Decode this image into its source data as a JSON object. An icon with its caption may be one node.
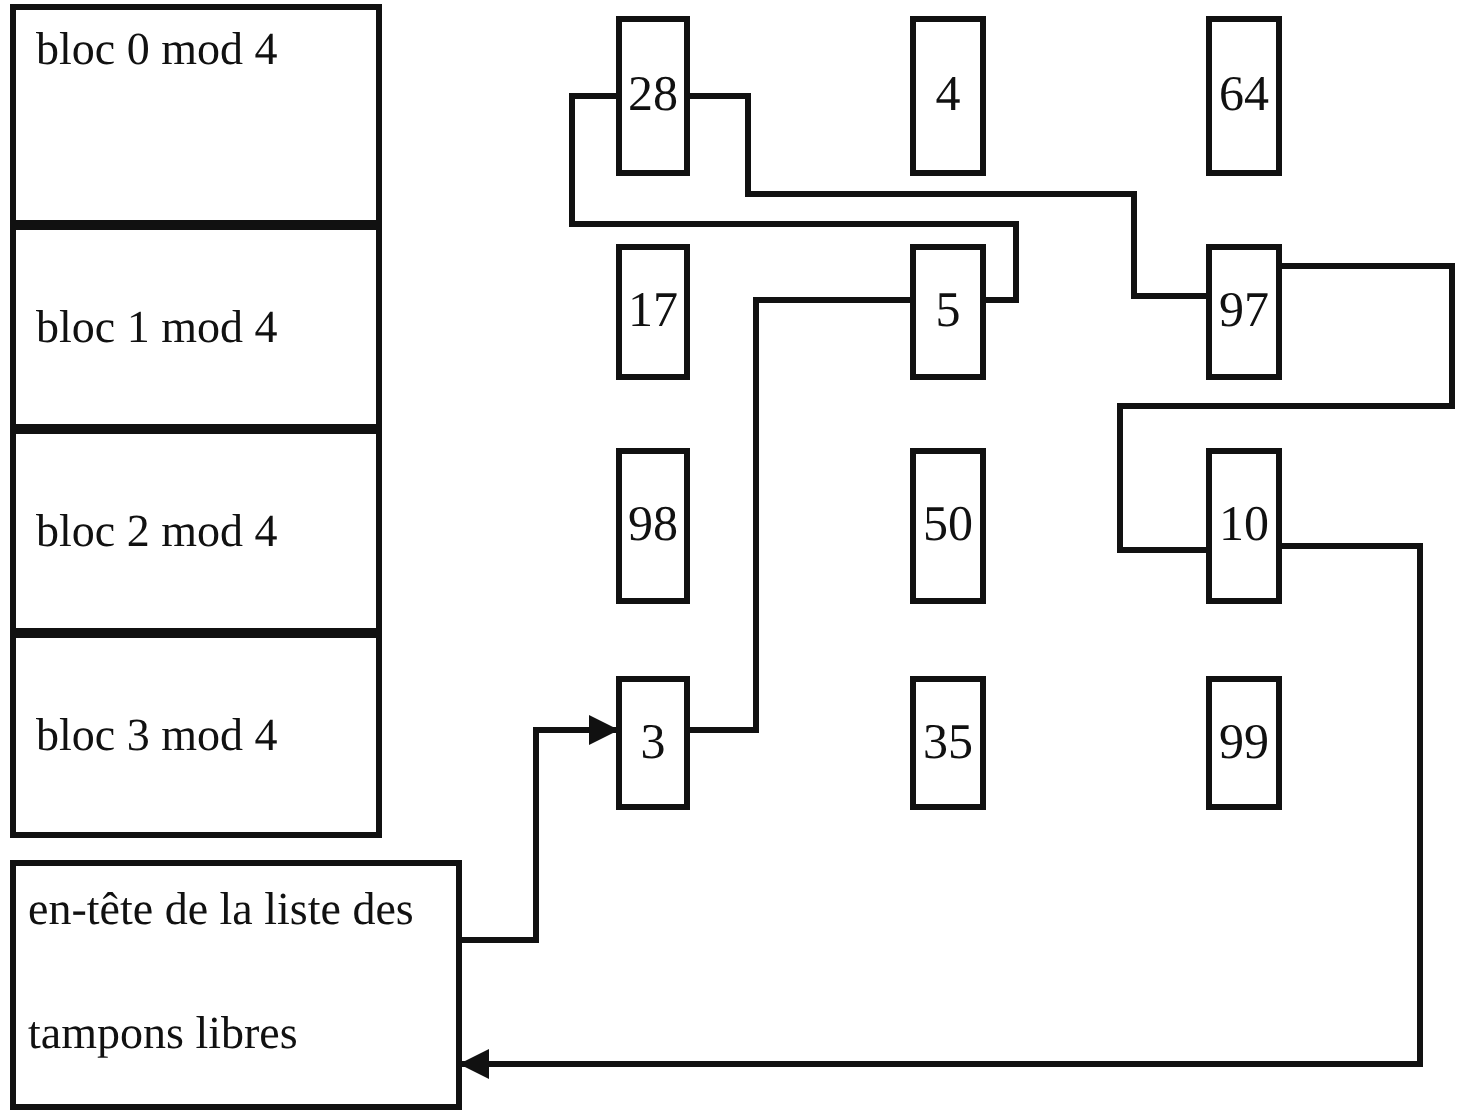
{
  "diagram": {
    "nodes": [
      {
        "text": [
          "bloc 0 mod 4"
        ]
      },
      {
        "text": [
          "28"
        ]
      },
      {
        "text": [
          "4"
        ]
      },
      {
        "text": [
          "64"
        ]
      },
      {
        "text": [
          "bloc 1 mod 4"
        ]
      },
      {
        "text": [
          "17"
        ]
      },
      {
        "text": [
          "5"
        ]
      },
      {
        "text": [
          "97"
        ]
      },
      {
        "text": [
          "bloc 2 mod 4"
        ]
      },
      {
        "text": [
          "98"
        ]
      },
      {
        "text": [
          "50"
        ]
      },
      {
        "text": [
          "10"
        ]
      },
      {
        "text": [
          "bloc 3 mod 4"
        ]
      },
      {
        "text": [
          "3"
        ]
      },
      {
        "text": [
          "35"
        ]
      },
      {
        "text": [
          "99"
        ]
      },
      {
        "text": [
          "en-tête de la liste des tampons libres"
        ]
      }
    ],
    "edges": [
      {
        "from": 16,
        "to": 13,
        "arrow": "to"
      },
      {
        "from": 13,
        "to": 6,
        "arrow": "none"
      },
      {
        "from": 6,
        "to": 1,
        "arrow": "none"
      },
      {
        "from": 1,
        "to": 7,
        "arrow": "none"
      },
      {
        "from": 7,
        "to": 11,
        "arrow": "none"
      },
      {
        "from": 11,
        "to": 16,
        "arrow": "to"
      }
    ]
  }
}
